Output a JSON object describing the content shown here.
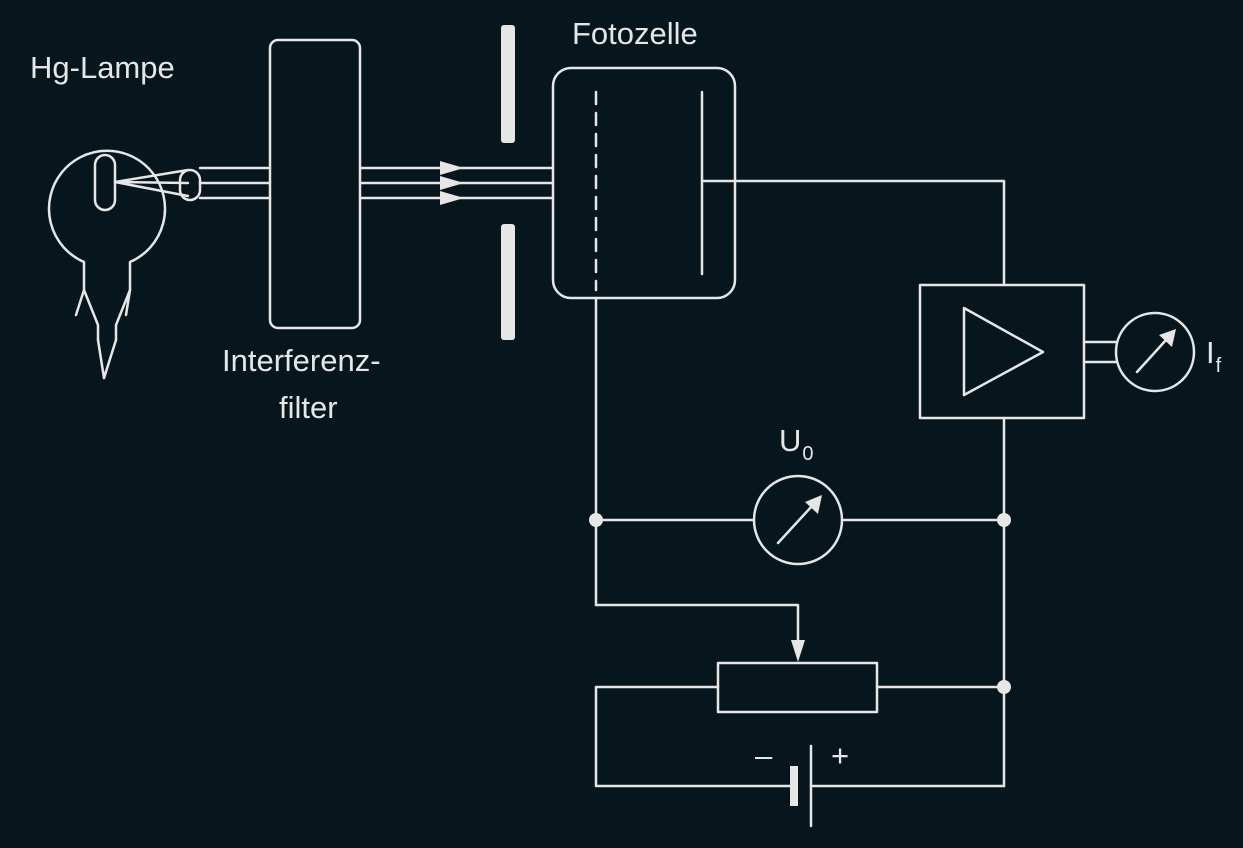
{
  "labels": {
    "lamp": "Hg-Lampe",
    "filter_line1": "Interferenz-",
    "filter_line2": "filter",
    "photocell": "Fotozelle",
    "voltmeter_symbol": "U",
    "voltmeter_subscript": "0",
    "ammeter_symbol": "I",
    "ammeter_subscript": "f",
    "battery_minus": "–",
    "battery_plus": "+"
  },
  "colors": {
    "background": "#06161c",
    "foreground": "#e6e6e6"
  }
}
